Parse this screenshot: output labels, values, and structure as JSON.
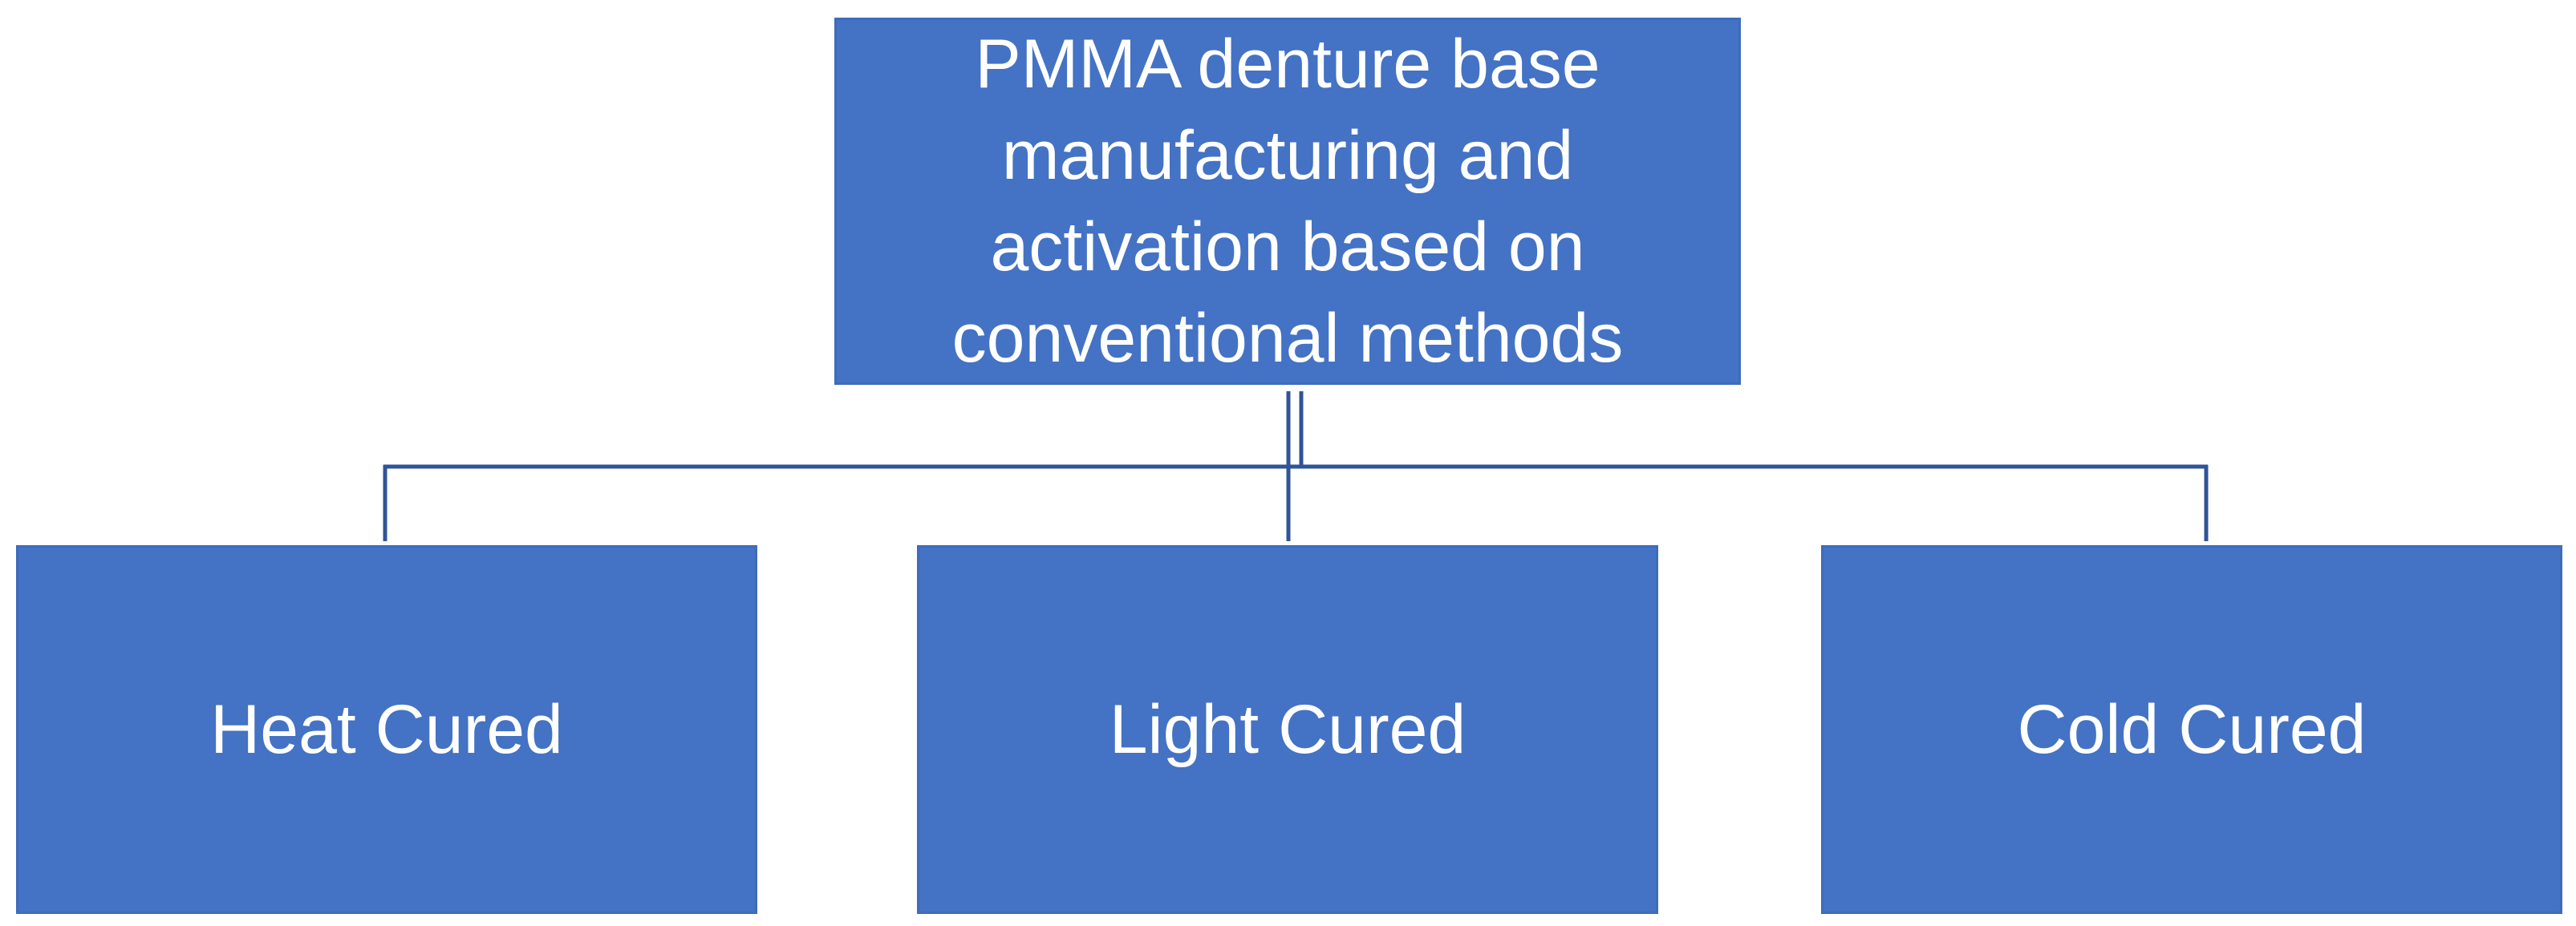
{
  "diagram": {
    "root": {
      "label": "PMMA denture base\nmanufacturing and\nactivation based on\nconventional methods"
    },
    "children": [
      {
        "label": "Heat Cured"
      },
      {
        "label": "Light Cured"
      },
      {
        "label": "Cold Cured"
      }
    ],
    "colors": {
      "box_fill": "#4472C4",
      "connector": "#2F5597",
      "text": "#FFFFFF"
    }
  }
}
